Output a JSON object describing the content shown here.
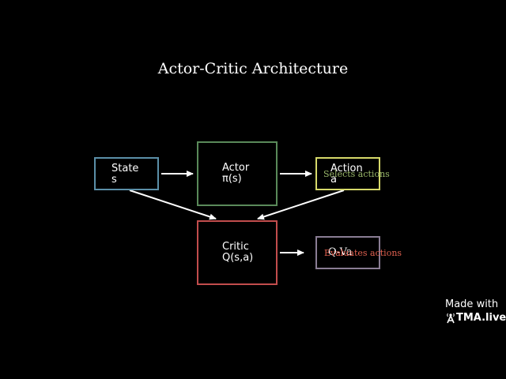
{
  "title": "Actor-Critic Architecture",
  "nodes": {
    "state": {
      "line1": "State",
      "line2": "s",
      "color": "#5b8fa8"
    },
    "actor": {
      "line1": "Actor",
      "line2": "π(s)",
      "color": "#5a8a5a"
    },
    "action": {
      "line1": "Action",
      "line2": "a",
      "color": "#d6d96a"
    },
    "critic": {
      "line1": "Critic",
      "line2": "Q(s,a)",
      "color": "#c24d4d"
    },
    "qvalue": {
      "line1": "Q-Va",
      "color": "#8a7d94"
    }
  },
  "annotations": {
    "actor_note": {
      "text": "Selects actions",
      "color": "#9ab86a"
    },
    "critic_note": {
      "text": "Evaluates actions",
      "color": "#e0604f"
    }
  },
  "watermark": {
    "line1": "Made with",
    "line2": "TMA.live"
  }
}
